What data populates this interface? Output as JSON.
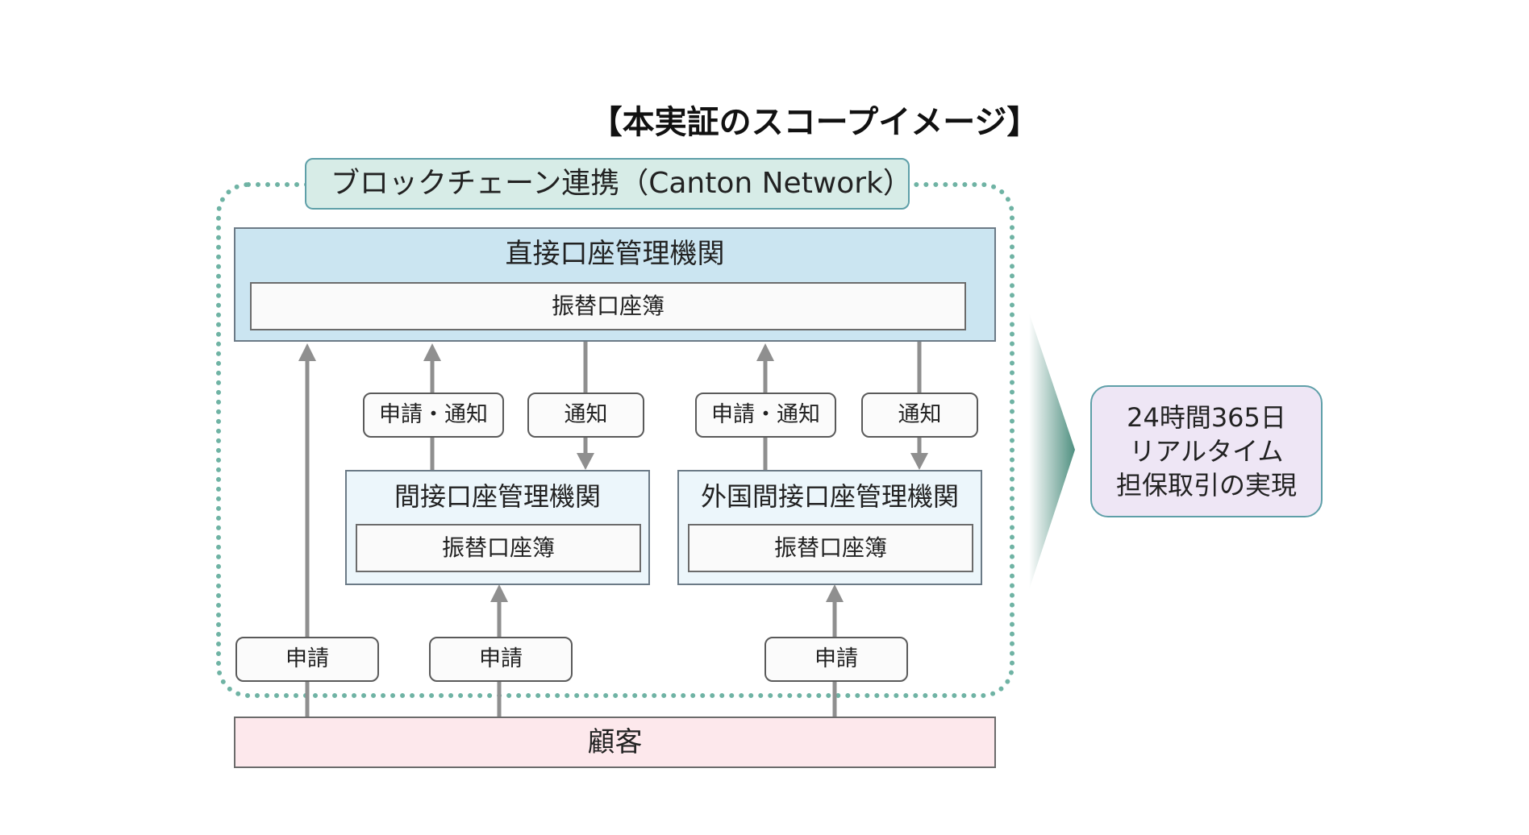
{
  "title": "【本実証のスコープイメージ】",
  "blockchain_label": "ブロックチェーン連携（Canton Network）",
  "direct_institution": {
    "title": "直接口座管理機関",
    "ledger": "振替口座簿"
  },
  "indirect_institution": {
    "title": "間接口座管理機関",
    "ledger": "振替口座簿"
  },
  "foreign_indirect_institution": {
    "title": "外国間接口座管理機関",
    "ledger": "振替口座簿"
  },
  "flow_labels": {
    "apply_notify_1": "申請・通知",
    "notify_1": "通知",
    "apply_notify_2": "申請・通知",
    "notify_2": "通知",
    "apply_1": "申請",
    "apply_2": "申請",
    "apply_3": "申請"
  },
  "customer": "顧客",
  "result_lines": [
    "24時間365日",
    "リアルタイム",
    "担保取引の実現"
  ],
  "colors": {
    "scope_border": "#6fb3a4",
    "direct_fill": "#cbe5f1",
    "indirect_fill": "#ecf6fb",
    "customer_fill": "#fde8ec",
    "result_fill": "#eee6f5",
    "arrow": "#8f8f8f",
    "chevron": "#4f8f80"
  }
}
